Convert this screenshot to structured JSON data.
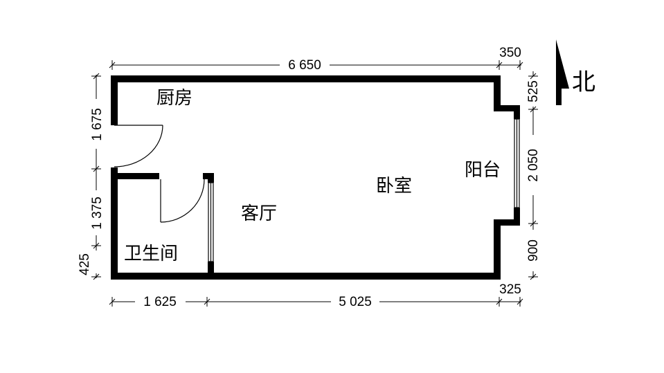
{
  "rooms": {
    "kitchen": "厨房",
    "living": "客厅",
    "bedroom": "卧室",
    "balcony": "阳台",
    "bathroom": "卫生间"
  },
  "north": {
    "label": "北"
  },
  "dimensions": {
    "top_main": "6 650",
    "top_balcony": "350",
    "bottom_bath": "1 625",
    "bottom_main": "5 025",
    "bottom_balcony": "325",
    "left_kitchen": "1 675",
    "left_bath": "1 375",
    "left_bottom": "425",
    "right_top": "525",
    "right_window": "2 050",
    "right_bottom": "900"
  }
}
